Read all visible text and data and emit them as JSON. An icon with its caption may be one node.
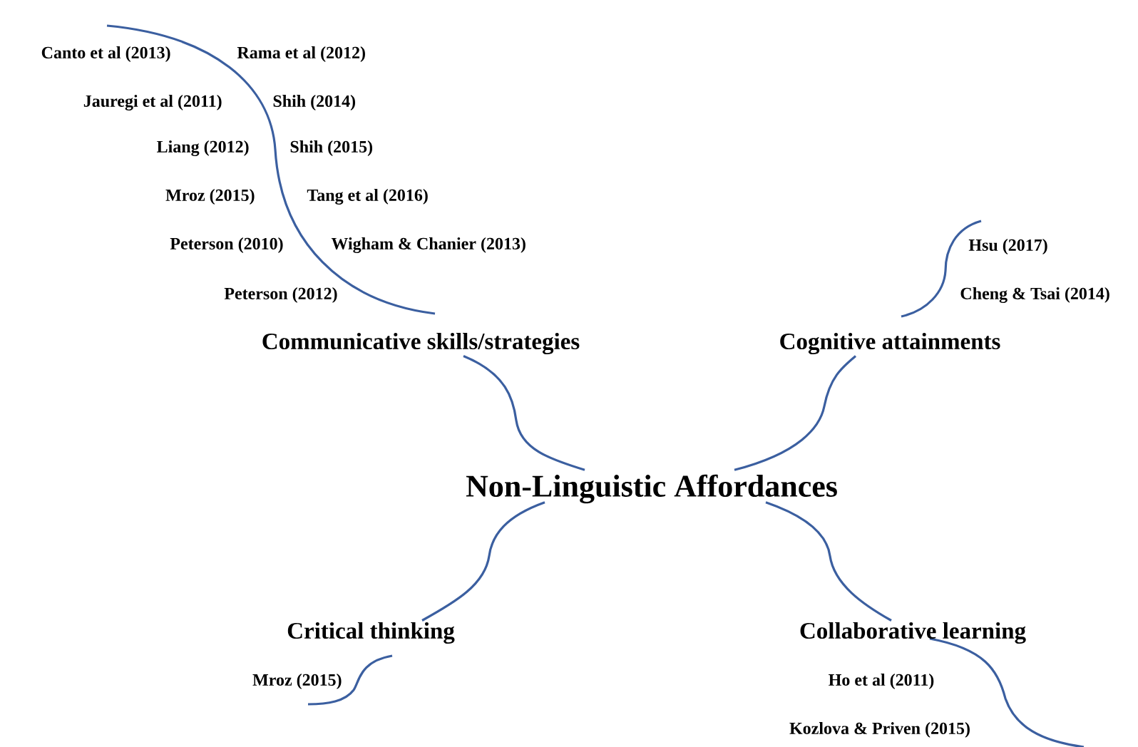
{
  "diagram": {
    "nodes": [
      {
        "text": [
          "Non-Linguistic Affordances"
        ]
      },
      {
        "text": [
          "Communicative skills/strategies"
        ],
        "beside": [
          "Canto et al (2013)",
          "Rama et al (2012)",
          "Jauregi et al (2011)",
          "Shih (2014)",
          "Liang (2012)",
          "Shih (2015)",
          "Mroz (2015)",
          "Tang et al (2016)",
          "Peterson (2010)",
          "Wigham & Chanier (2013)",
          "Peterson (2012)"
        ]
      },
      {
        "text": [
          "Cognitive attainments"
        ],
        "beside": [
          "Hsu (2017)",
          "Cheng & Tsai (2014)"
        ]
      },
      {
        "text": [
          "Critical thinking"
        ],
        "beside": [
          "Mroz (2015)"
        ]
      },
      {
        "text": [
          "Collaborative learning"
        ],
        "beside": [
          "Ho et al (2011)",
          "Kozlova & Priven (2015)"
        ]
      }
    ],
    "edges": [
      {
        "from": 0,
        "to": 1,
        "arrow": "none"
      },
      {
        "from": 0,
        "to": 2,
        "arrow": "none"
      },
      {
        "from": 0,
        "to": 3,
        "arrow": "none"
      },
      {
        "from": 0,
        "to": 4,
        "arrow": "none"
      }
    ]
  }
}
